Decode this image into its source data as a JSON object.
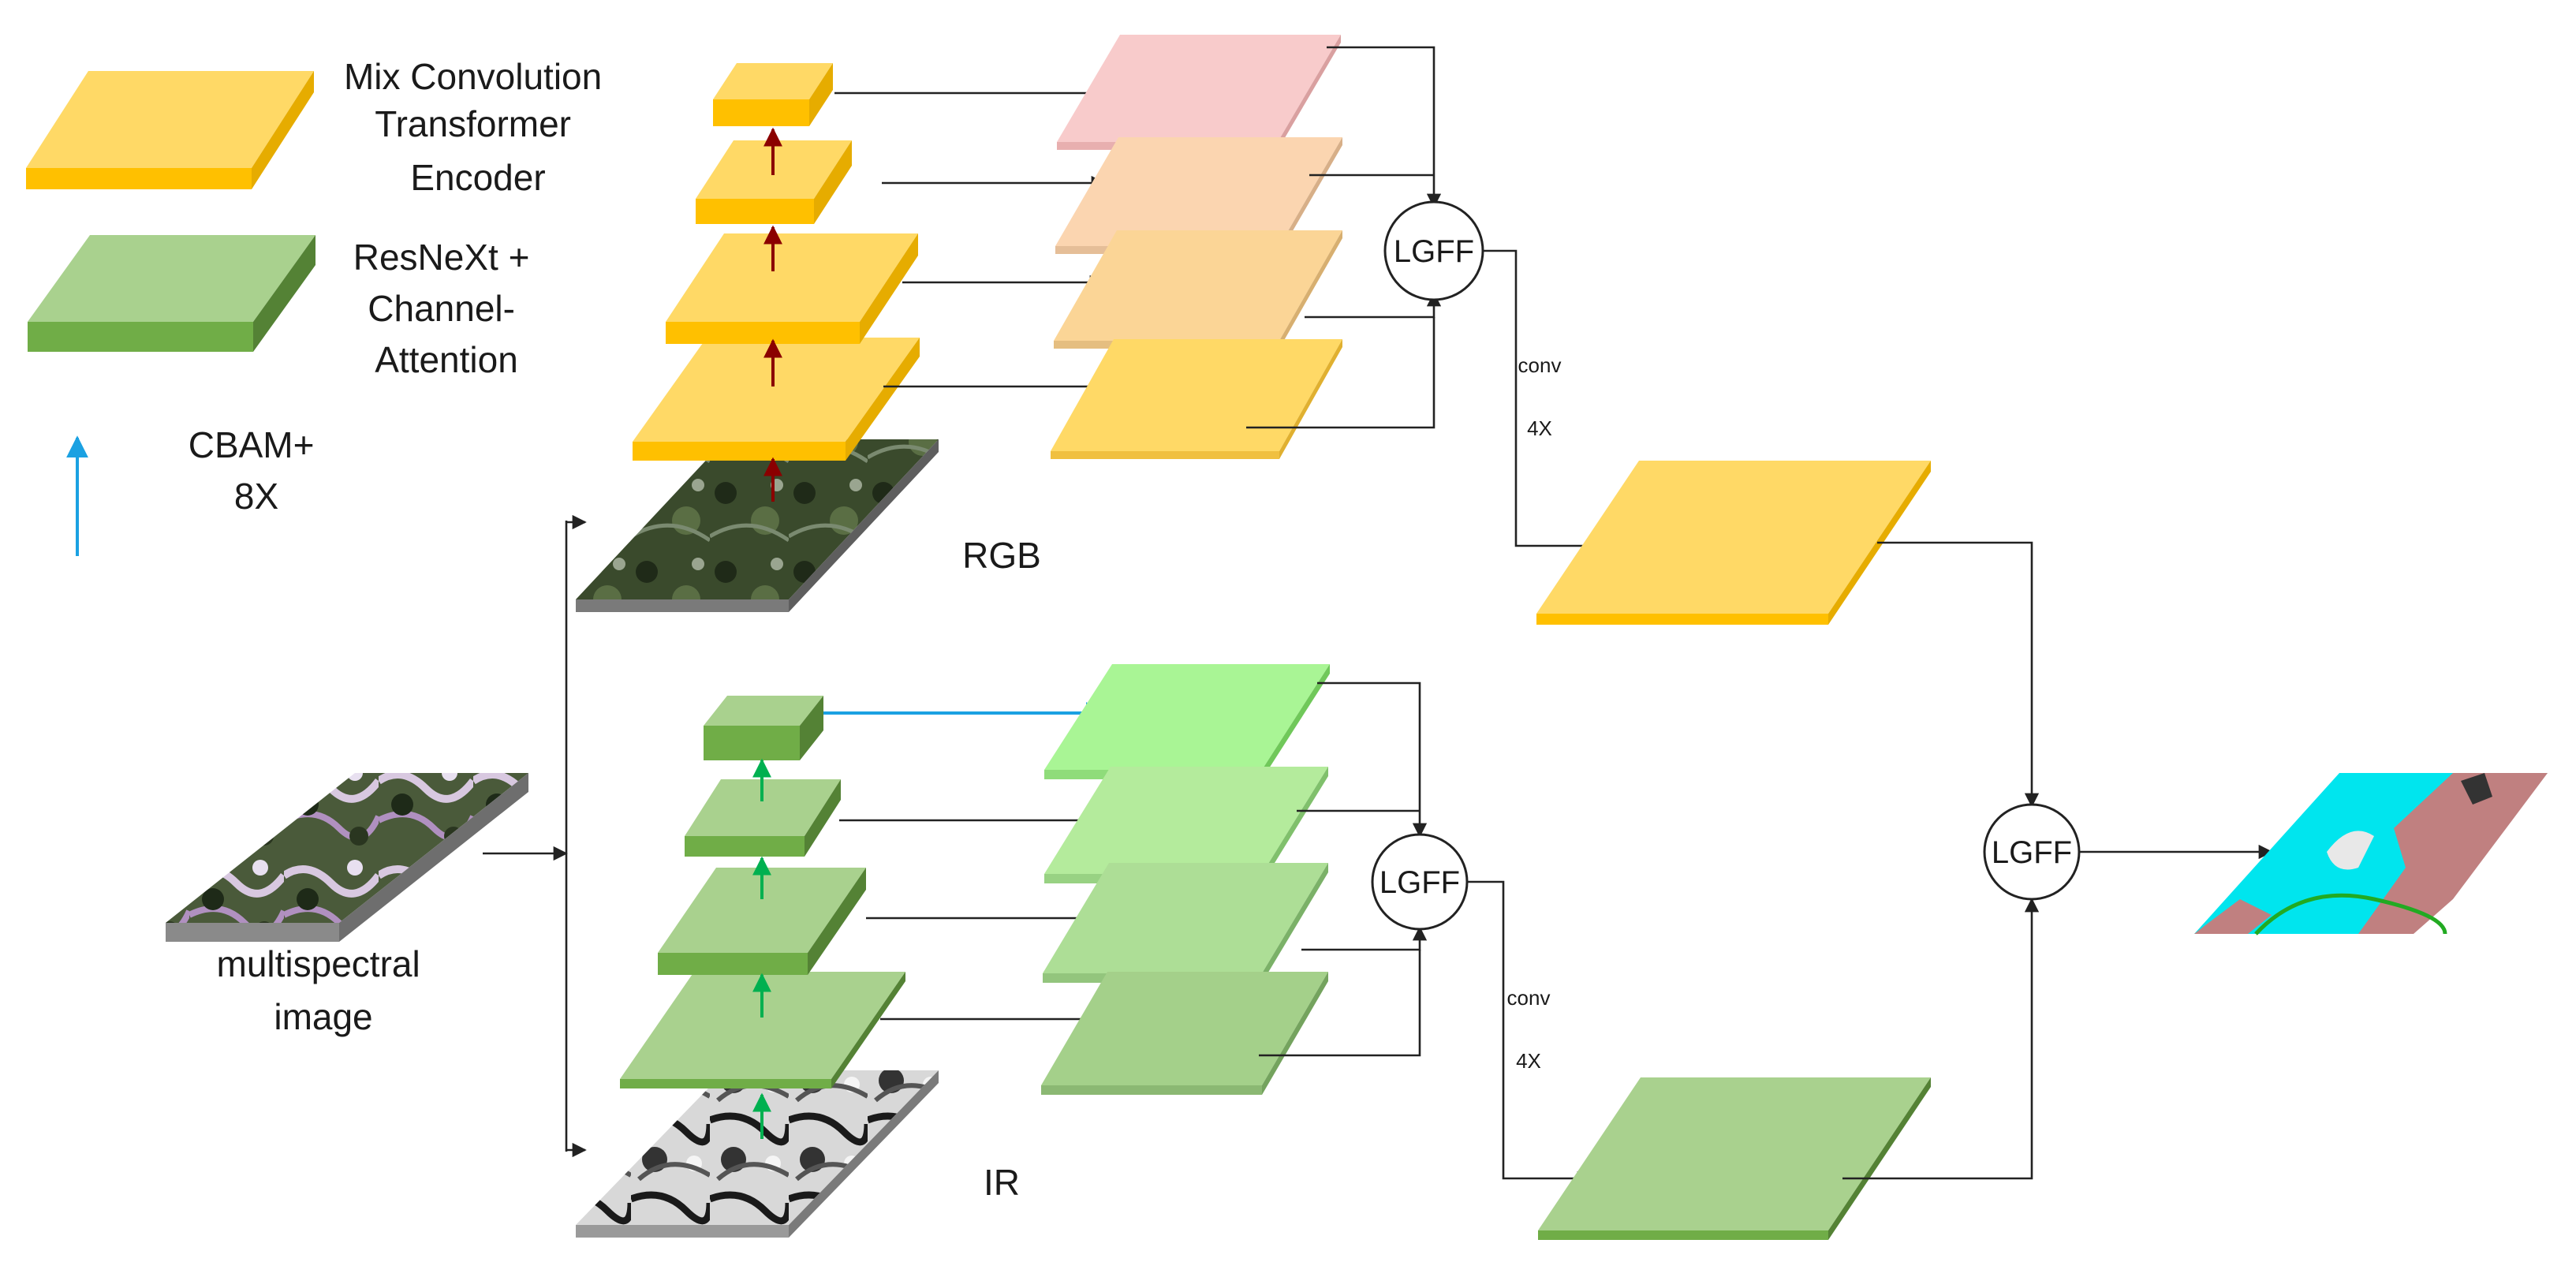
{
  "legend": {
    "mix_conv_label": [
      "Mix Convolution",
      "Transformer",
      "Encoder"
    ],
    "resnext_label": [
      "ResNeXt +",
      "Channel-",
      "Attention"
    ],
    "cbam_label": [
      "CBAM+",
      "8X"
    ]
  },
  "inputs": {
    "multispectral_label": [
      "multispectral",
      "image"
    ],
    "rgb_label": "RGB",
    "ir_label": "IR"
  },
  "fusion": {
    "lgff_rgb": "LGFF",
    "lgff_ir": "LGFF",
    "lgff_final": "LGFF",
    "conv_rgb": "conv",
    "upsample_rgb": "4X",
    "conv_ir": "conv",
    "upsample_ir": "4X"
  },
  "colors": {
    "yellow_top": "#FFD966",
    "yellow_side": "#E6AC00",
    "yellow_front": "#FFC000",
    "green_top": "#A9D18E",
    "green_side": "#548235",
    "green_front": "#70AD47",
    "cbam_arrow": "#1BA1E2",
    "rgb_stage_arrow": "#8B0000",
    "ir_stage_arrow": "#00B050",
    "rgb_feature_maps": [
      "#F8CBCB",
      "#FBD5B0",
      "#FBD596",
      "#FFD966"
    ],
    "ir_feature_maps": [
      "#A9F595",
      "#B4EB9C",
      "#ADDE96",
      "#A4D08A"
    ],
    "output_cyan": "#00E5EE",
    "output_brown": "#C08080"
  }
}
